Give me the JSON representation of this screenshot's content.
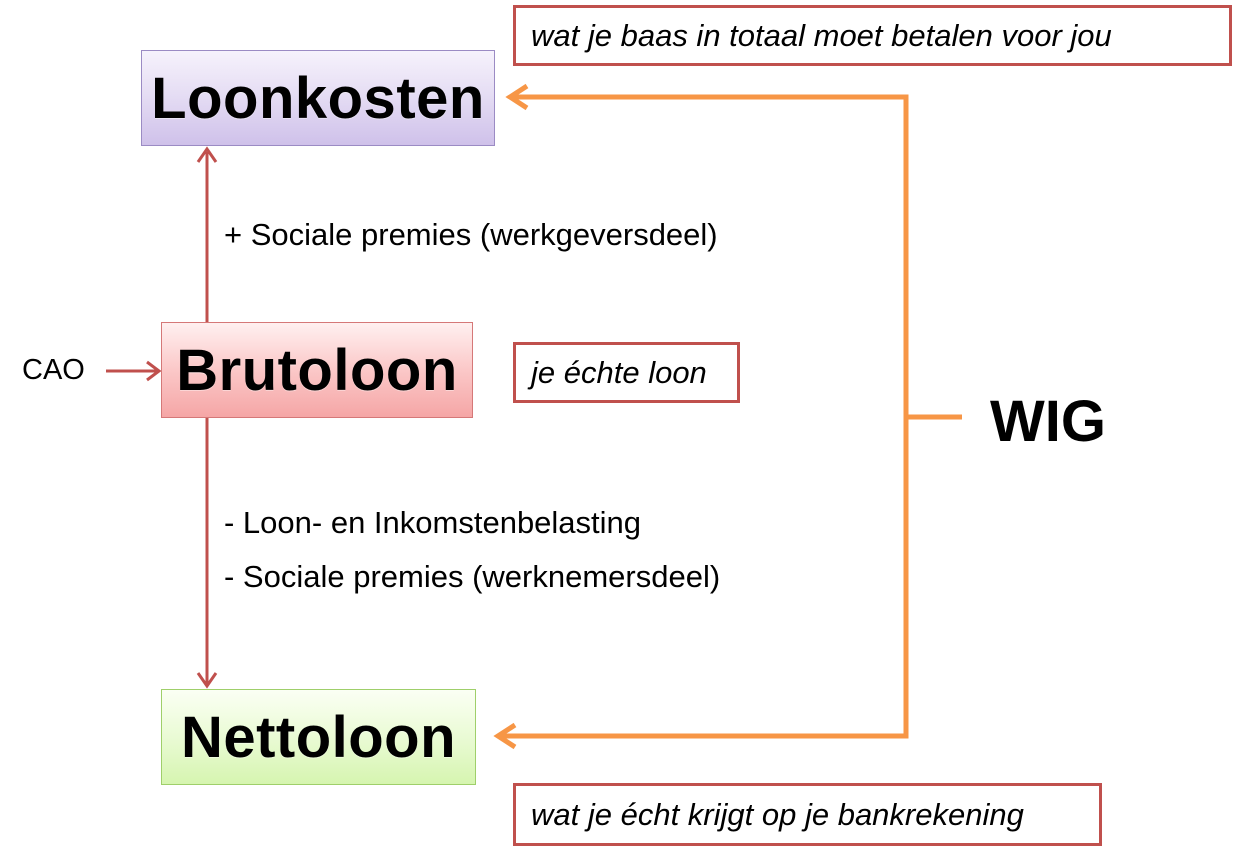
{
  "boxes": {
    "loonkosten": "Loonkosten",
    "brutoloon": "Brutoloon",
    "nettoloon": "Nettoloon"
  },
  "notes": {
    "top": "wat je baas in totaal moet betalen voor jou",
    "middle": "je échte loon",
    "bottom": "wat je écht krijgt op je bankrekening"
  },
  "labels": {
    "plus_social": "+ Sociale premies (werkgeversdeel)",
    "minus_tax": "- Loon- en Inkomstenbelasting",
    "minus_social": "- Sociale premies (werknemersdeel)",
    "cao": "CAO",
    "wig": "WIG"
  },
  "colors": {
    "red_arrow": "#c0504d",
    "orange_bracket": "#f79646",
    "note_border": "#c0504d"
  }
}
